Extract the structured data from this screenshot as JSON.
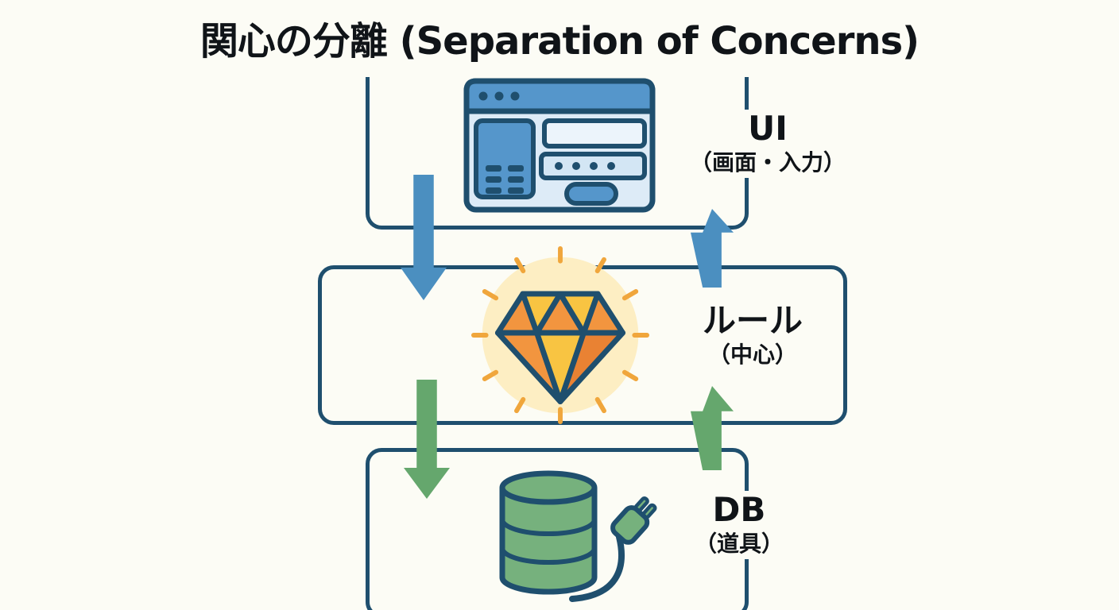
{
  "title": "関心の分離 (Separation of Concerns)",
  "colors": {
    "background": "#fcfcf5",
    "outline": "#1f4f6e",
    "text": "#101418",
    "arrow_blue": "#4b8fc0",
    "arrow_green": "#65a76d",
    "glow": "#fdeec3",
    "ray": "#f0a63c",
    "diamond_yellow": "#f8c442",
    "diamond_orange": "#f2953f",
    "diamond_deep": "#e98233",
    "db_green": "#76b17d",
    "browser_blue": "#5596cb",
    "browser_light": "#ddebf7",
    "browser_panel_light": "#ecf4fb",
    "browser_panel_mid": "#d3e6f4"
  },
  "layers": {
    "ui": {
      "label": "UI",
      "sublabel": "（画面・入力）",
      "icon": "browser-window-icon"
    },
    "rules": {
      "label": "ルール",
      "sublabel": "（中心）",
      "icon": "diamond-icon"
    },
    "db": {
      "label": "DB",
      "sublabel": "（道具）",
      "icon": "database-plug-icon"
    }
  },
  "arrows": [
    {
      "name": "arrow-ui-to-rules",
      "direction": "down",
      "color_role": "arrow_blue"
    },
    {
      "name": "arrow-rules-to-ui",
      "direction": "up",
      "color_role": "arrow_blue"
    },
    {
      "name": "arrow-rules-to-db",
      "direction": "down",
      "color_role": "arrow_green"
    },
    {
      "name": "arrow-db-to-rules",
      "direction": "up",
      "color_role": "arrow_green"
    }
  ]
}
